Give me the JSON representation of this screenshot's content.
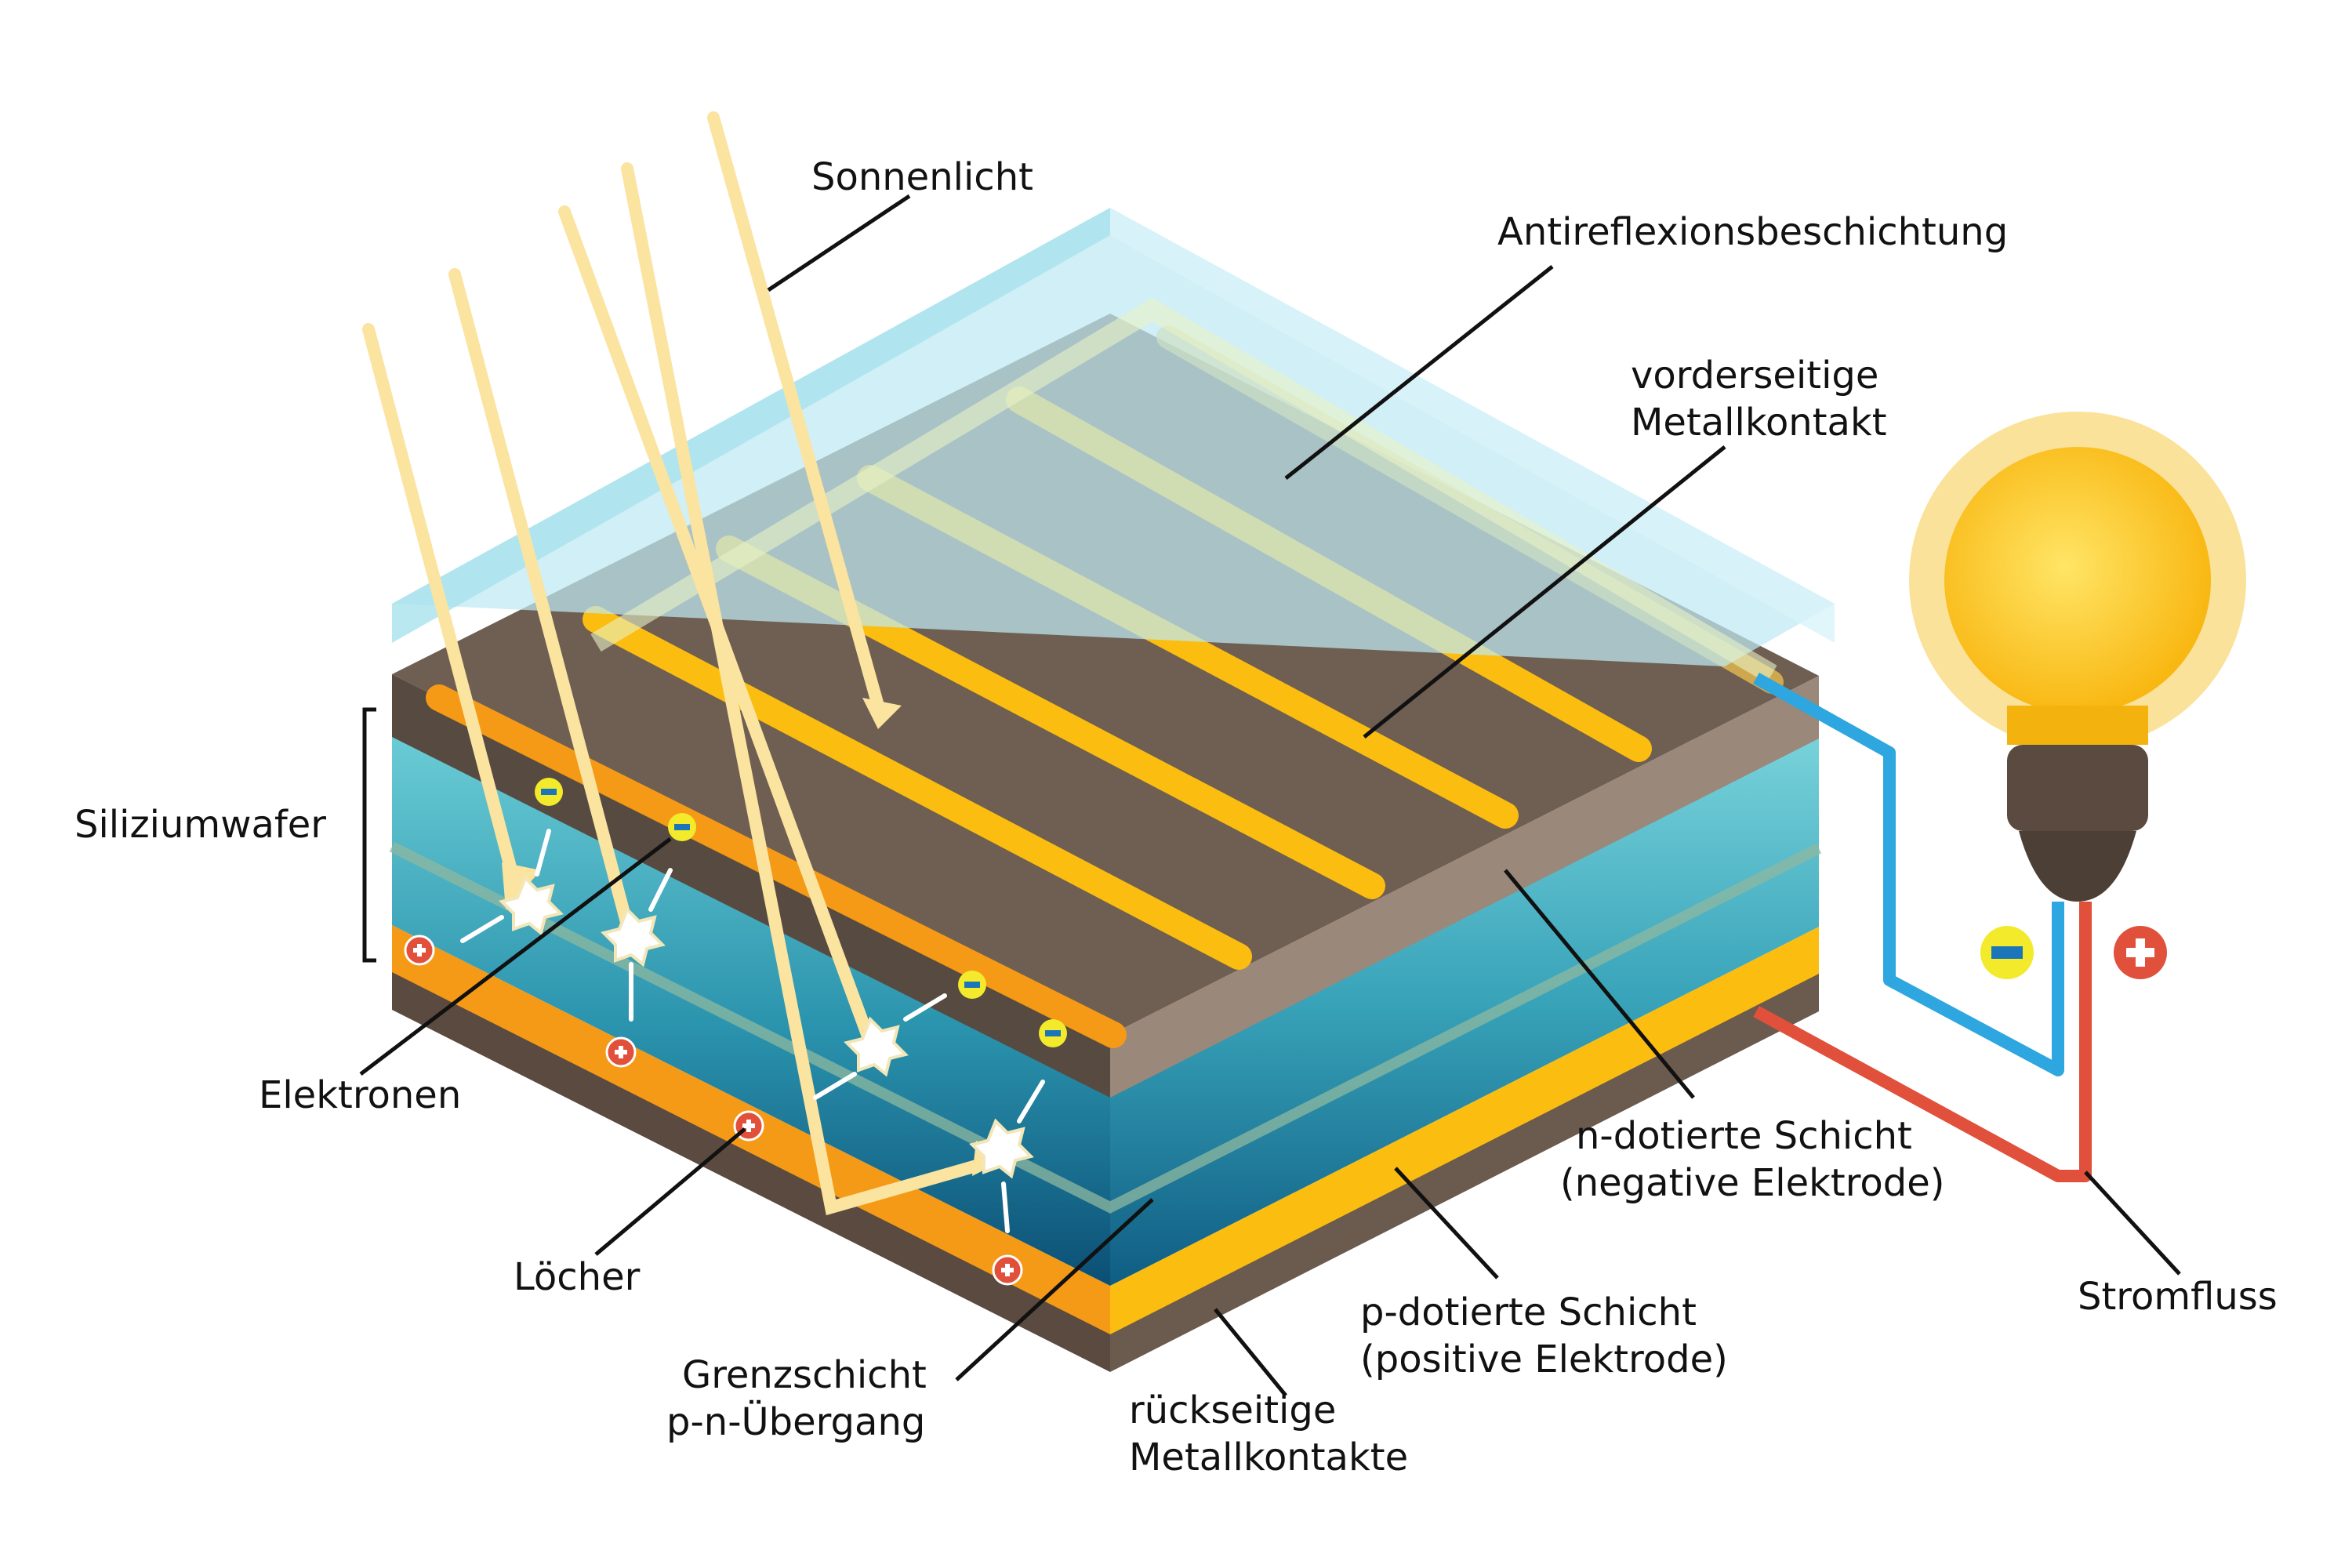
{
  "labels": {
    "sunlight": "Sonnenlicht",
    "antireflection": "Antireflexionsbeschichtung",
    "front_contact_1": "vorderseitige",
    "front_contact_2": "Metallkontakt",
    "silicon_wafer": "Siliziumwafer",
    "electrons": "Elektronen",
    "holes": "Löcher",
    "junction_1": "Grenzschicht",
    "junction_2": "p-n-Übergang",
    "back_contact_1": "rückseitige",
    "back_contact_2": "Metallkontakte",
    "p_layer_1": "p-dotierte Schicht",
    "p_layer_2": "(positive Elektrode)",
    "n_layer_1": "n-dotierte Schicht",
    "n_layer_2": "(negative Elektrode)",
    "current": "Stromfluss"
  },
  "colors": {
    "glass": "#bfe9f3",
    "brown_top": "#6f5e52",
    "brown_side": "#9a887a",
    "teal_light": "#5fc7d2",
    "teal_dark": "#0c5a7e",
    "metal_orange": "#f7a21b",
    "finger_yellow": "#fbbd0f",
    "sun_ray": "#fbe3a0",
    "wire_blue": "#2ea6df",
    "wire_red": "#e0503a",
    "bulb_yellow": "#fbc312",
    "minus_badge": "#f3ea2c",
    "plus_badge": "#e0503a"
  },
  "icons": {
    "electron": "minus-badge-icon",
    "hole": "plus-badge-icon",
    "lamp": "light-bulb-icon",
    "spark": "photon-burst-icon"
  }
}
